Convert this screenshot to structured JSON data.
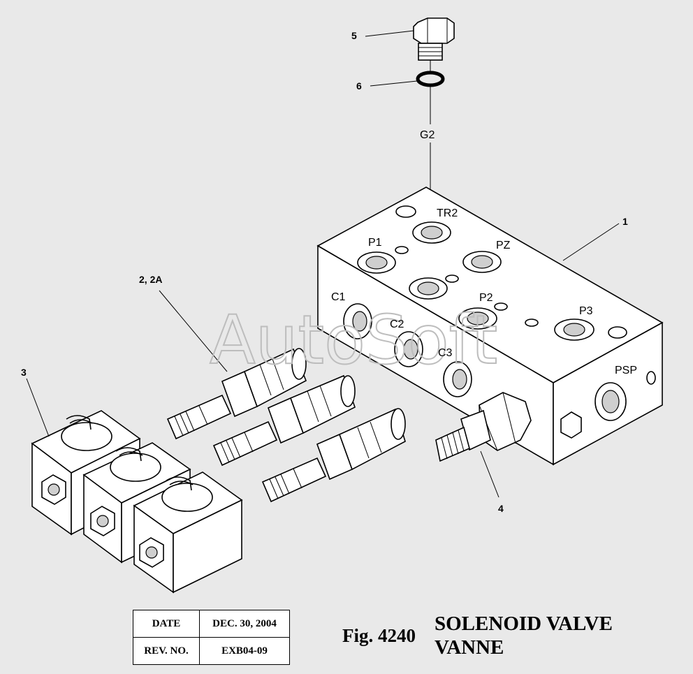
{
  "watermark": "AutoSoft",
  "callouts": {
    "c1": "1",
    "c2": "2, 2A",
    "c3": "3",
    "c4": "4",
    "c5": "5",
    "c6": "6"
  },
  "ports": {
    "g2": "G2",
    "tr2": "TR2",
    "p1": "P1",
    "pz": "PZ",
    "c1": "C1",
    "p2": "P2",
    "c2": "C2",
    "p3": "P3",
    "c3": "C3",
    "psp": "PSP"
  },
  "revision_table": {
    "date_label": "DATE",
    "date_value": "DEC. 30, 2004",
    "rev_label": "REV. NO.",
    "rev_value": "EXB04-09"
  },
  "figure": {
    "number": "Fig. 4240",
    "title_en": "SOLENOID VALVE",
    "title_fr": "VANNE"
  }
}
